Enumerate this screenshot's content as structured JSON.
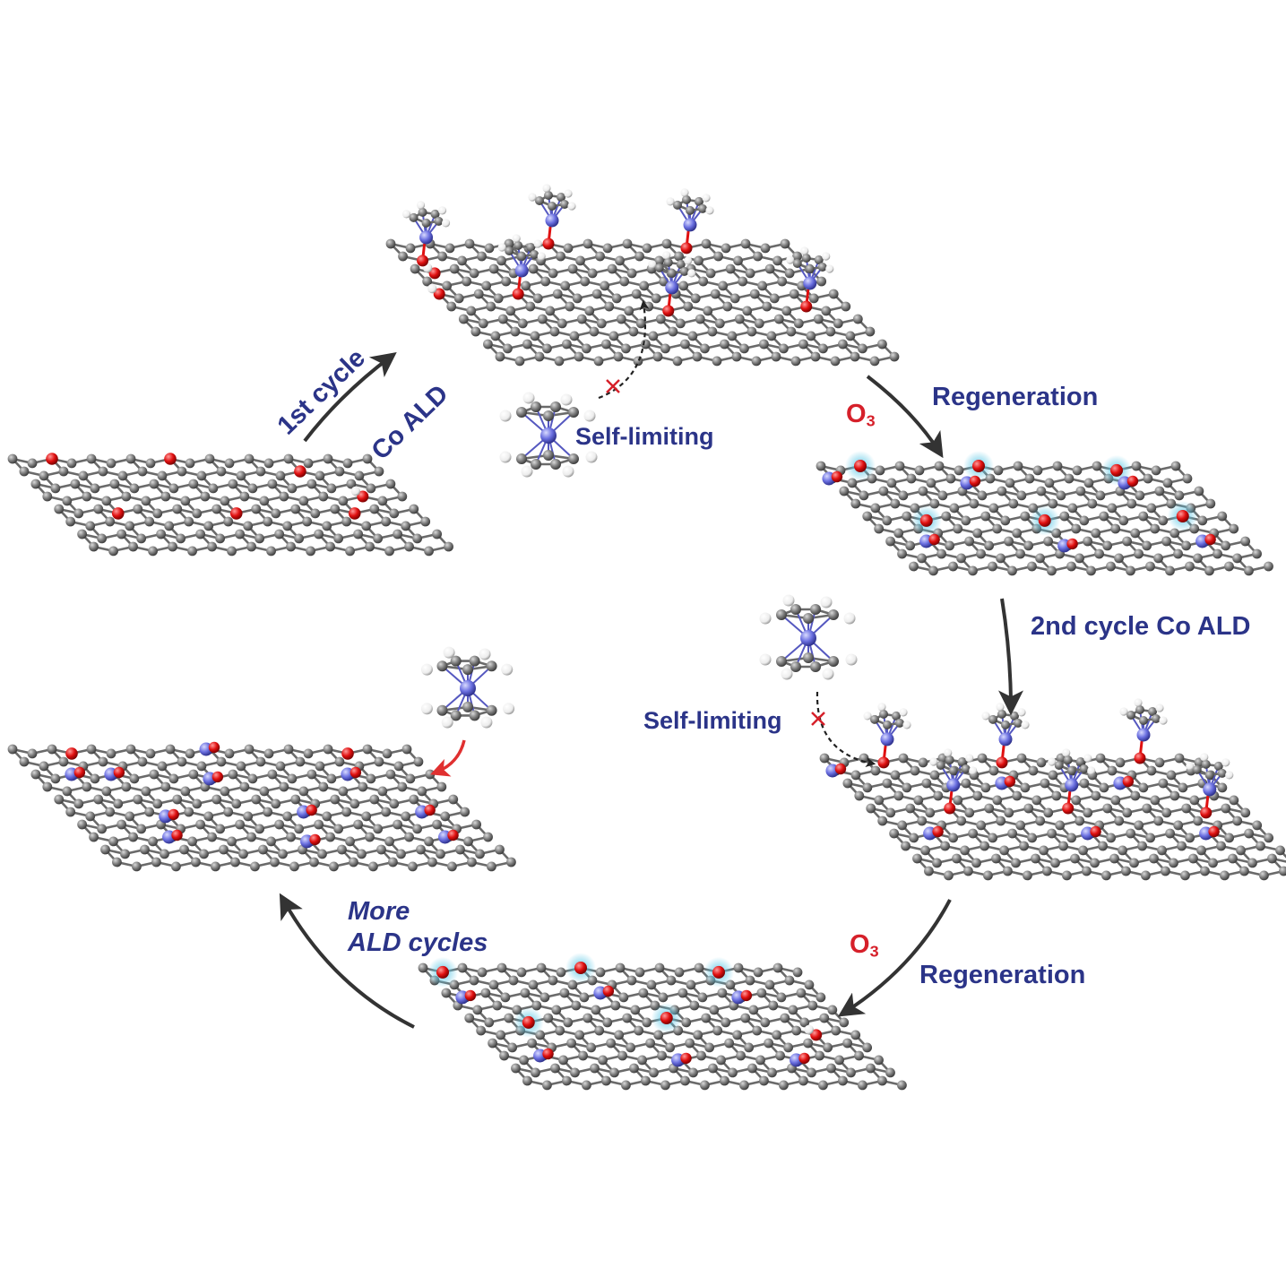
{
  "labels": {
    "first_cycle": "1st cycle",
    "co_ald": "Co ALD",
    "self_limiting_top": "Self-limiting",
    "regeneration_top": "Regeneration",
    "o3_top_main": "O",
    "o3_top_sub": "3",
    "second_cycle": "2nd cycle",
    "second_cycle_co_ald": "Co ALD",
    "self_limiting_mid": "Self-limiting",
    "o3_bottom_main": "O",
    "o3_bottom_sub": "3",
    "regeneration_bottom": "Regeneration",
    "more_line1": "More",
    "more_line2": "ALD cycles"
  },
  "colors": {
    "carbon": "#7a7a7a",
    "oxygen": "#e01010",
    "cobalt": "#6a6fe0",
    "hydrogen": "#f2f2f2",
    "glow": "#5fc8e6",
    "arrow": "#333333",
    "red_arrow": "#e03030",
    "label_navy": "#2b3488",
    "label_red": "#d6202a"
  }
}
